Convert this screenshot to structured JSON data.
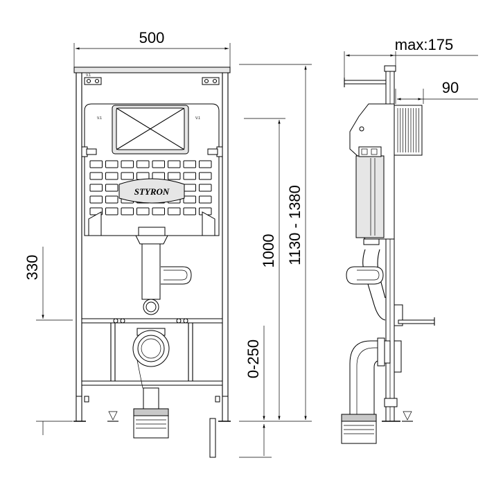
{
  "dimensions": {
    "width_total": "500",
    "height_330": "330",
    "height_1000": "1000",
    "height_range": "1130 - 1380",
    "height_adjust": "0-250",
    "depth_max": "max:175",
    "depth_90": "90"
  },
  "logo": {
    "brand": "STYRON"
  },
  "labels": {
    "small_label": "V.1"
  }
}
